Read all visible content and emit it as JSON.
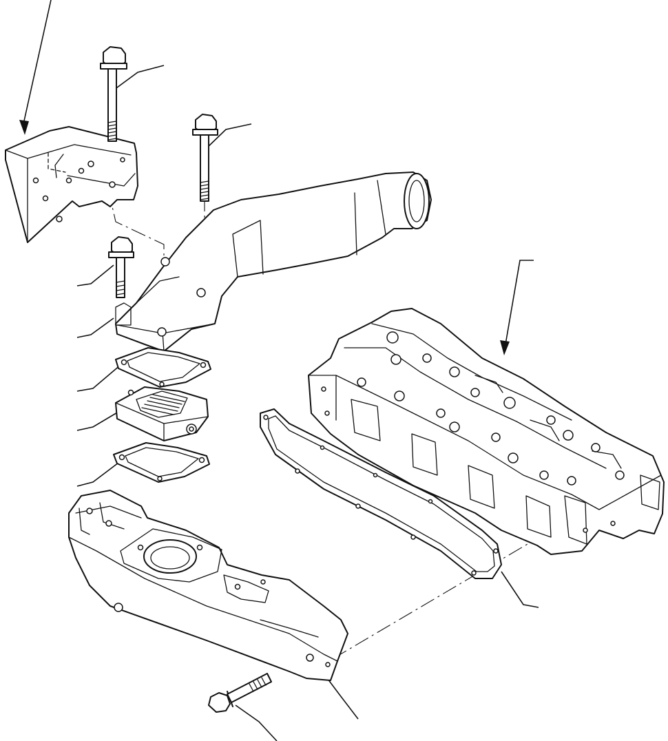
{
  "figure": {
    "parts": [
      {
        "name": "bracket"
      },
      {
        "name": "long-bolt-1"
      },
      {
        "name": "long-bolt-2"
      },
      {
        "name": "intake-connector"
      },
      {
        "name": "short-bolt"
      },
      {
        "name": "gasket-upper"
      },
      {
        "name": "intake-heater"
      },
      {
        "name": "gasket-lower"
      },
      {
        "name": "intake-manifold"
      },
      {
        "name": "manifold-gasket"
      },
      {
        "name": "cylinder-head"
      },
      {
        "name": "manifold-bolt"
      }
    ],
    "callout_count": 12,
    "colors": {
      "line": "#111111",
      "background": "#ffffff"
    }
  }
}
